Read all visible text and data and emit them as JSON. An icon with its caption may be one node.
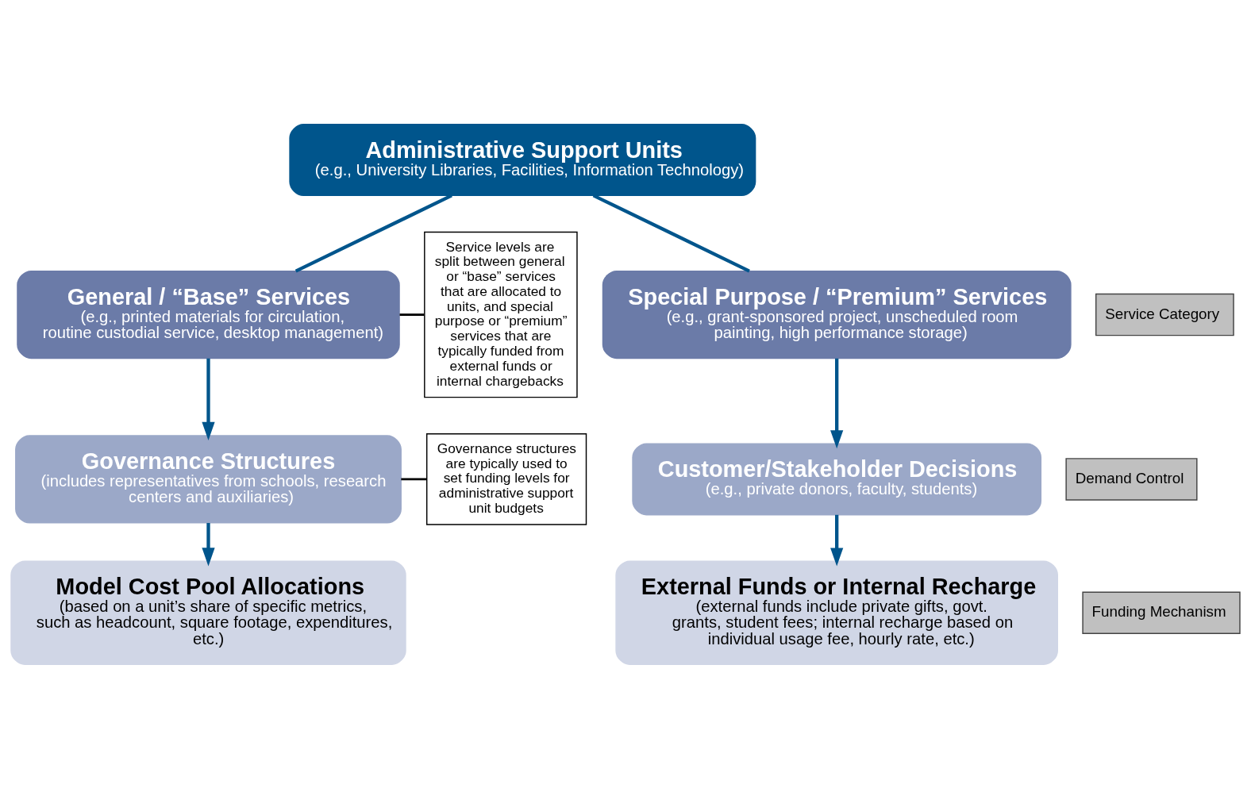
{
  "diagram": {
    "nodes": [
      {
        "text": [
          "Administrative Support Units",
          "(e.g., University Libraries, Facilities, Information Technology)"
        ]
      },
      {
        "text": [
          "General / “Base” Services",
          "(e.g., printed materials for circulation, routine custodial service, desktop management)"
        ]
      },
      {
        "text": [
          "Special Purpose / “Premium” Services",
          "(e.g., grant-sponsored project, unscheduled room painting, high performance storage)"
        ]
      },
      {
        "text": [
          "Governance Structures",
          "(includes representatives from schools, research centers and auxiliaries)"
        ]
      },
      {
        "text": [
          "Customer/Stakeholder Decisions",
          "(e.g., private donors, faculty, students)"
        ]
      },
      {
        "text": [
          "Model Cost Pool Allocations",
          "(based on a unit’s share of specific metrics, such as headcount, square footage, expenditures, etc.)"
        ]
      },
      {
        "text": [
          "External Funds or Internal Recharge",
          "(external funds include private gifts, govt. grants, student fees; internal recharge based on individual usage fee, hourly rate, etc.)"
        ]
      },
      {
        "text": [
          "Service levels are split between general or “base” services that are allocated to units, and special purpose or “premium” services that are typically funded from external funds or internal chargebacks"
        ]
      },
      {
        "text": [
          "Governance structures are typically used to set funding levels for administrative support unit budgets"
        ]
      },
      {
        "text": [
          "Service Category"
        ]
      },
      {
        "text": [
          "Demand Control"
        ]
      },
      {
        "text": [
          "Funding Mechanism"
        ]
      }
    ],
    "edges": [
      {
        "from": 0,
        "to": 1,
        "arrow": "none"
      },
      {
        "from": 0,
        "to": 2,
        "arrow": "none"
      },
      {
        "from": 1,
        "to": 3,
        "arrow": "to"
      },
      {
        "from": 2,
        "to": 4,
        "arrow": "to"
      },
      {
        "from": 3,
        "to": 5,
        "arrow": "to"
      },
      {
        "from": 4,
        "to": 6,
        "arrow": "to"
      },
      {
        "from": 7,
        "to": 1,
        "arrow": "none",
        "color": "#000000"
      },
      {
        "from": 8,
        "to": 3,
        "arrow": "none",
        "color": "#000000"
      }
    ]
  }
}
